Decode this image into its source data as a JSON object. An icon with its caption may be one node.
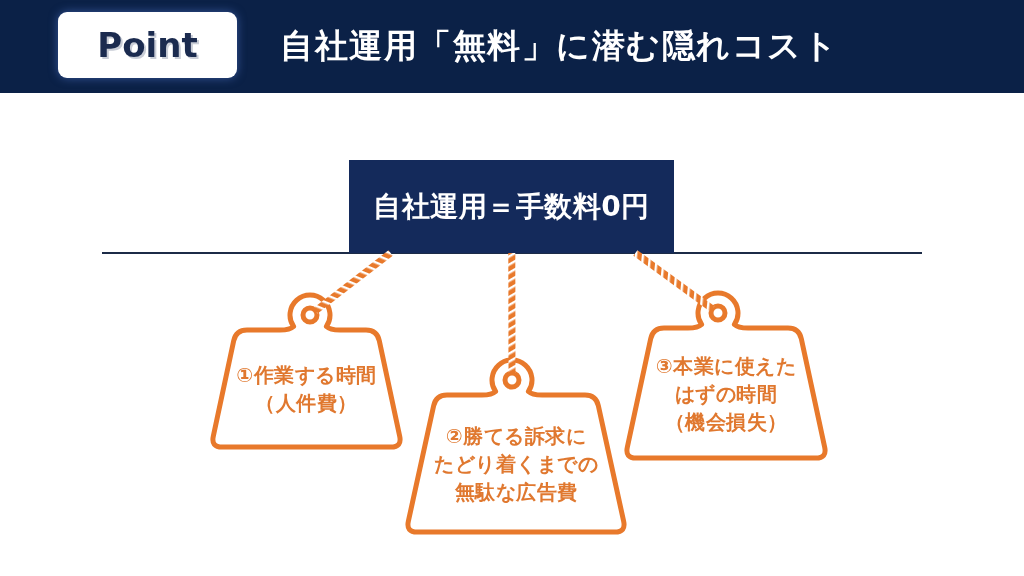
{
  "diagram": {
    "title": "自社運用「無料」に潜む隠れコスト",
    "nodes": [
      {
        "text": [
          "Point"
        ]
      },
      {
        "text": [
          "自社運用＝手数料0円"
        ]
      },
      {
        "text": [
          "①作業する時間（人件費）"
        ]
      },
      {
        "text": [
          "②勝てる訴求にたどり着くまでの無駄な広告費"
        ]
      },
      {
        "text": [
          "③本業に使えたはずの時間（機会損失）"
        ]
      }
    ],
    "edges": [
      {
        "from": 1,
        "to": 2,
        "arrow": "none"
      },
      {
        "from": 1,
        "to": 3,
        "arrow": "none"
      },
      {
        "from": 1,
        "to": 4,
        "arrow": "none"
      }
    ]
  }
}
